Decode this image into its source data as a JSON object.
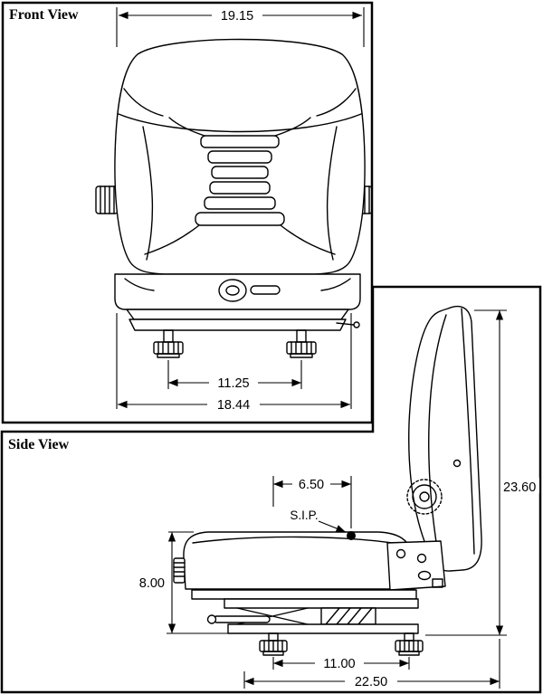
{
  "drawing": {
    "background": "#ffffff",
    "line_color": "#000000"
  },
  "front_view": {
    "title": "Front View",
    "dims": {
      "top_width": "19.15",
      "mount_spacing": "11.25",
      "base_width": "18.44"
    }
  },
  "side_view": {
    "title": "Side View",
    "sip_label": "S.I.P.",
    "dims": {
      "sip_setback": "6.50",
      "overall_height": "23.60",
      "cushion_height": "8.00",
      "mount_spacing": "11.00",
      "overall_depth": "22.50"
    }
  }
}
